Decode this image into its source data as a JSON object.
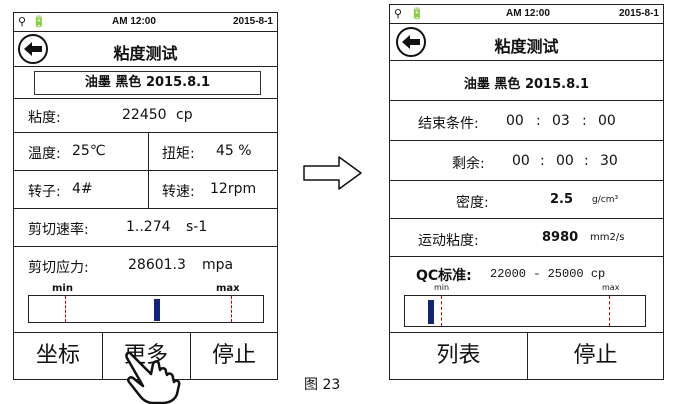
{
  "figure_caption": "图 23",
  "left_screen": {
    "status": {
      "usb_icon": "usb-icon",
      "battery_icon": "battery-icon",
      "time": "AM 12:00",
      "date": "2015-8-1"
    },
    "title": "粘度测试",
    "sample_name": "油墨 黑色 2015.8.1",
    "viscosity": {
      "label": "粘度:",
      "value": "22450",
      "unit": "cp"
    },
    "temperature": {
      "label": "温度:",
      "value": "25℃"
    },
    "torque": {
      "label": "扭矩:",
      "value": "45 %"
    },
    "rotor": {
      "label": "转子:",
      "value": "4#"
    },
    "speed": {
      "label": "转速:",
      "value": "12rpm"
    },
    "shear_rate": {
      "label": "剪切速率:",
      "value": "1..274",
      "unit": "s-1"
    },
    "shear_stress": {
      "label": "剪切应力:",
      "value": "28601.3",
      "unit": "mpa"
    },
    "range": {
      "min_label": "min",
      "max_label": "max",
      "indicator_fraction": 0.55
    },
    "buttons": {
      "coordinates": "坐标",
      "more": "更多",
      "stop": "停止"
    }
  },
  "right_screen": {
    "status": {
      "usb_icon": "usb-icon",
      "battery_icon": "battery-icon",
      "time": "AM 12:00",
      "date": "2015-8-1"
    },
    "title": "粘度测试",
    "sample_name": "油墨 黑色 2015.8.1",
    "end_condition": {
      "label": "结束条件:",
      "h": "00",
      "m": "03",
      "s": "00"
    },
    "remaining": {
      "label": "剩余:",
      "h": "00",
      "m": "00",
      "s": "30"
    },
    "density": {
      "label": "密度:",
      "value": "2.5",
      "unit": "g/cm³"
    },
    "kinematic_viscosity": {
      "label": "运动粘度:",
      "value": "8980",
      "unit": "mm2/s"
    },
    "qc": {
      "label": "QC标准:",
      "range": "22000 - 25000 cp",
      "min_label": "min",
      "max_label": "max",
      "indicator_fraction": 0.1
    },
    "buttons": {
      "list": "列表",
      "stop": "停止"
    }
  },
  "colors": {
    "indicator": "#12237a",
    "marker": "#cc0000"
  }
}
